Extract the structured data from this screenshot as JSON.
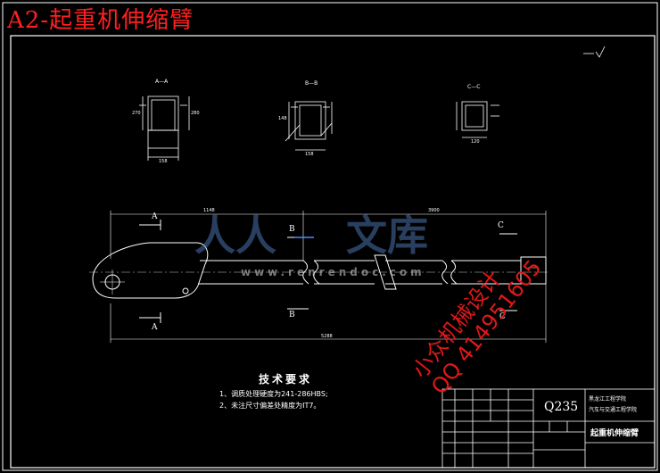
{
  "title": "A2-起重机伸缩臂",
  "sections": {
    "a": "A—A",
    "b": "B—B",
    "c": "C—C"
  },
  "cut_marks": {
    "a_top": "A",
    "a_bottom": "A",
    "b_top": "B",
    "b_bottom": "B",
    "c_top": "C",
    "c_bottom": "C"
  },
  "dimensions": {
    "top_left": "1148",
    "top_right": "3900",
    "overall": "5288",
    "sec_a_width": "158",
    "sec_a_height_left": "270",
    "sec_a_height_right": "280",
    "sec_b_width": "158",
    "sec_b_height": "148",
    "sec_c_width": "120"
  },
  "technical_requirements": {
    "heading": "技术要求",
    "items": [
      "1、调质处理硬度为241-286HBS;",
      "2、未注尺寸偏差处精度为IT7。"
    ]
  },
  "title_block": {
    "material": "Q235",
    "school_line1": "黑龙江工程学院",
    "school_line2": "汽车与交通工程学院",
    "part_name": "起重机伸缩臂"
  },
  "watermarks": {
    "site_cn_1": "人人",
    "site_cn_2": "文库",
    "site_url": "www.renrendoc.com",
    "stamp_1": "小众机械设计",
    "stamp_2": "QQ 414951605"
  },
  "colors": {
    "background": "#000000",
    "lines": "#ffffff",
    "title_red": "#ff2020",
    "watermark_blue": "#5a8cd2"
  }
}
